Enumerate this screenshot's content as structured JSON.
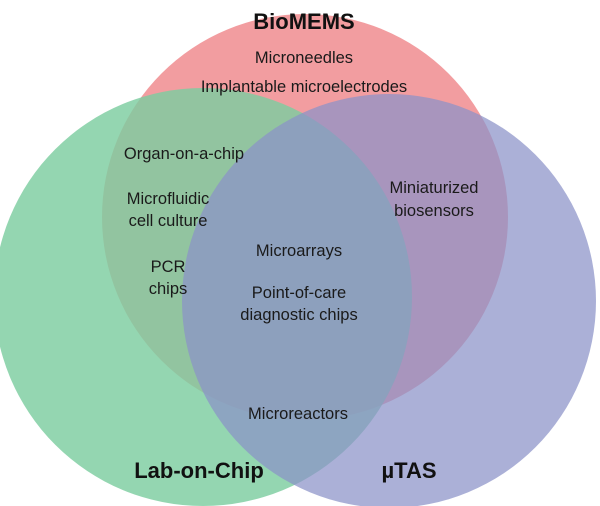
{
  "sets": {
    "biomems": {
      "title": "BioMEMS",
      "color": "#f08c8f"
    },
    "lab_on_chip": {
      "title": "Lab-on-Chip",
      "color": "#7dcda0"
    },
    "utas": {
      "title": "µTAS",
      "color": "#8b92c8"
    }
  },
  "regions": {
    "biomems_only": [
      "Microneedles",
      "Implantable microelectrodes"
    ],
    "biomems_lab": [
      "Organ-on-a-chip",
      "Microfluidic",
      "cell culture",
      "PCR",
      "chips"
    ],
    "biomems_utas": [
      "Miniaturized",
      "biosensors"
    ],
    "center": [
      "Microarrays",
      "Point-of-care",
      "diagnostic chips"
    ],
    "lab_utas": [
      "Microreactors"
    ]
  }
}
